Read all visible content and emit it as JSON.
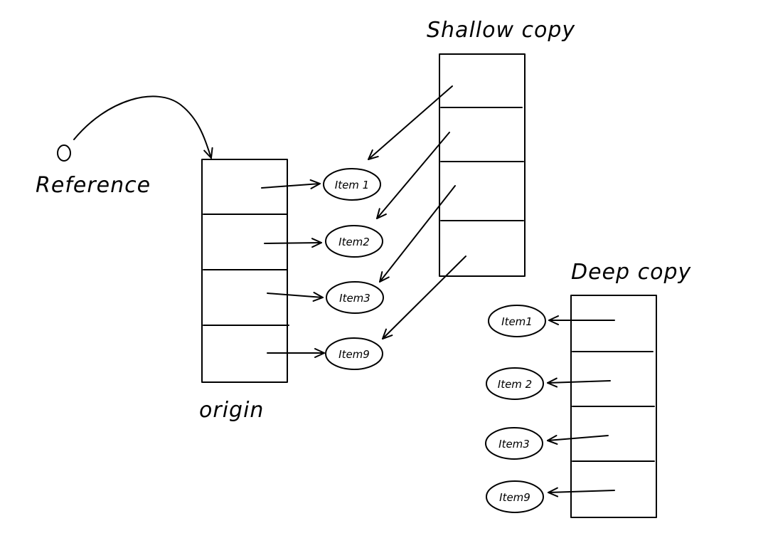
{
  "labels": {
    "shallow_copy": "Shallow copy",
    "deep_copy": "Deep copy",
    "origin": "origin",
    "reference": "Reference"
  },
  "origin_items": [
    "Item 1",
    "Item2",
    "Item3",
    "Item9"
  ],
  "deep_items": [
    "Item1",
    "Item 2",
    "Item3",
    "Item9"
  ],
  "colors": {
    "ink": "#000000",
    "background": "#ffffff"
  }
}
